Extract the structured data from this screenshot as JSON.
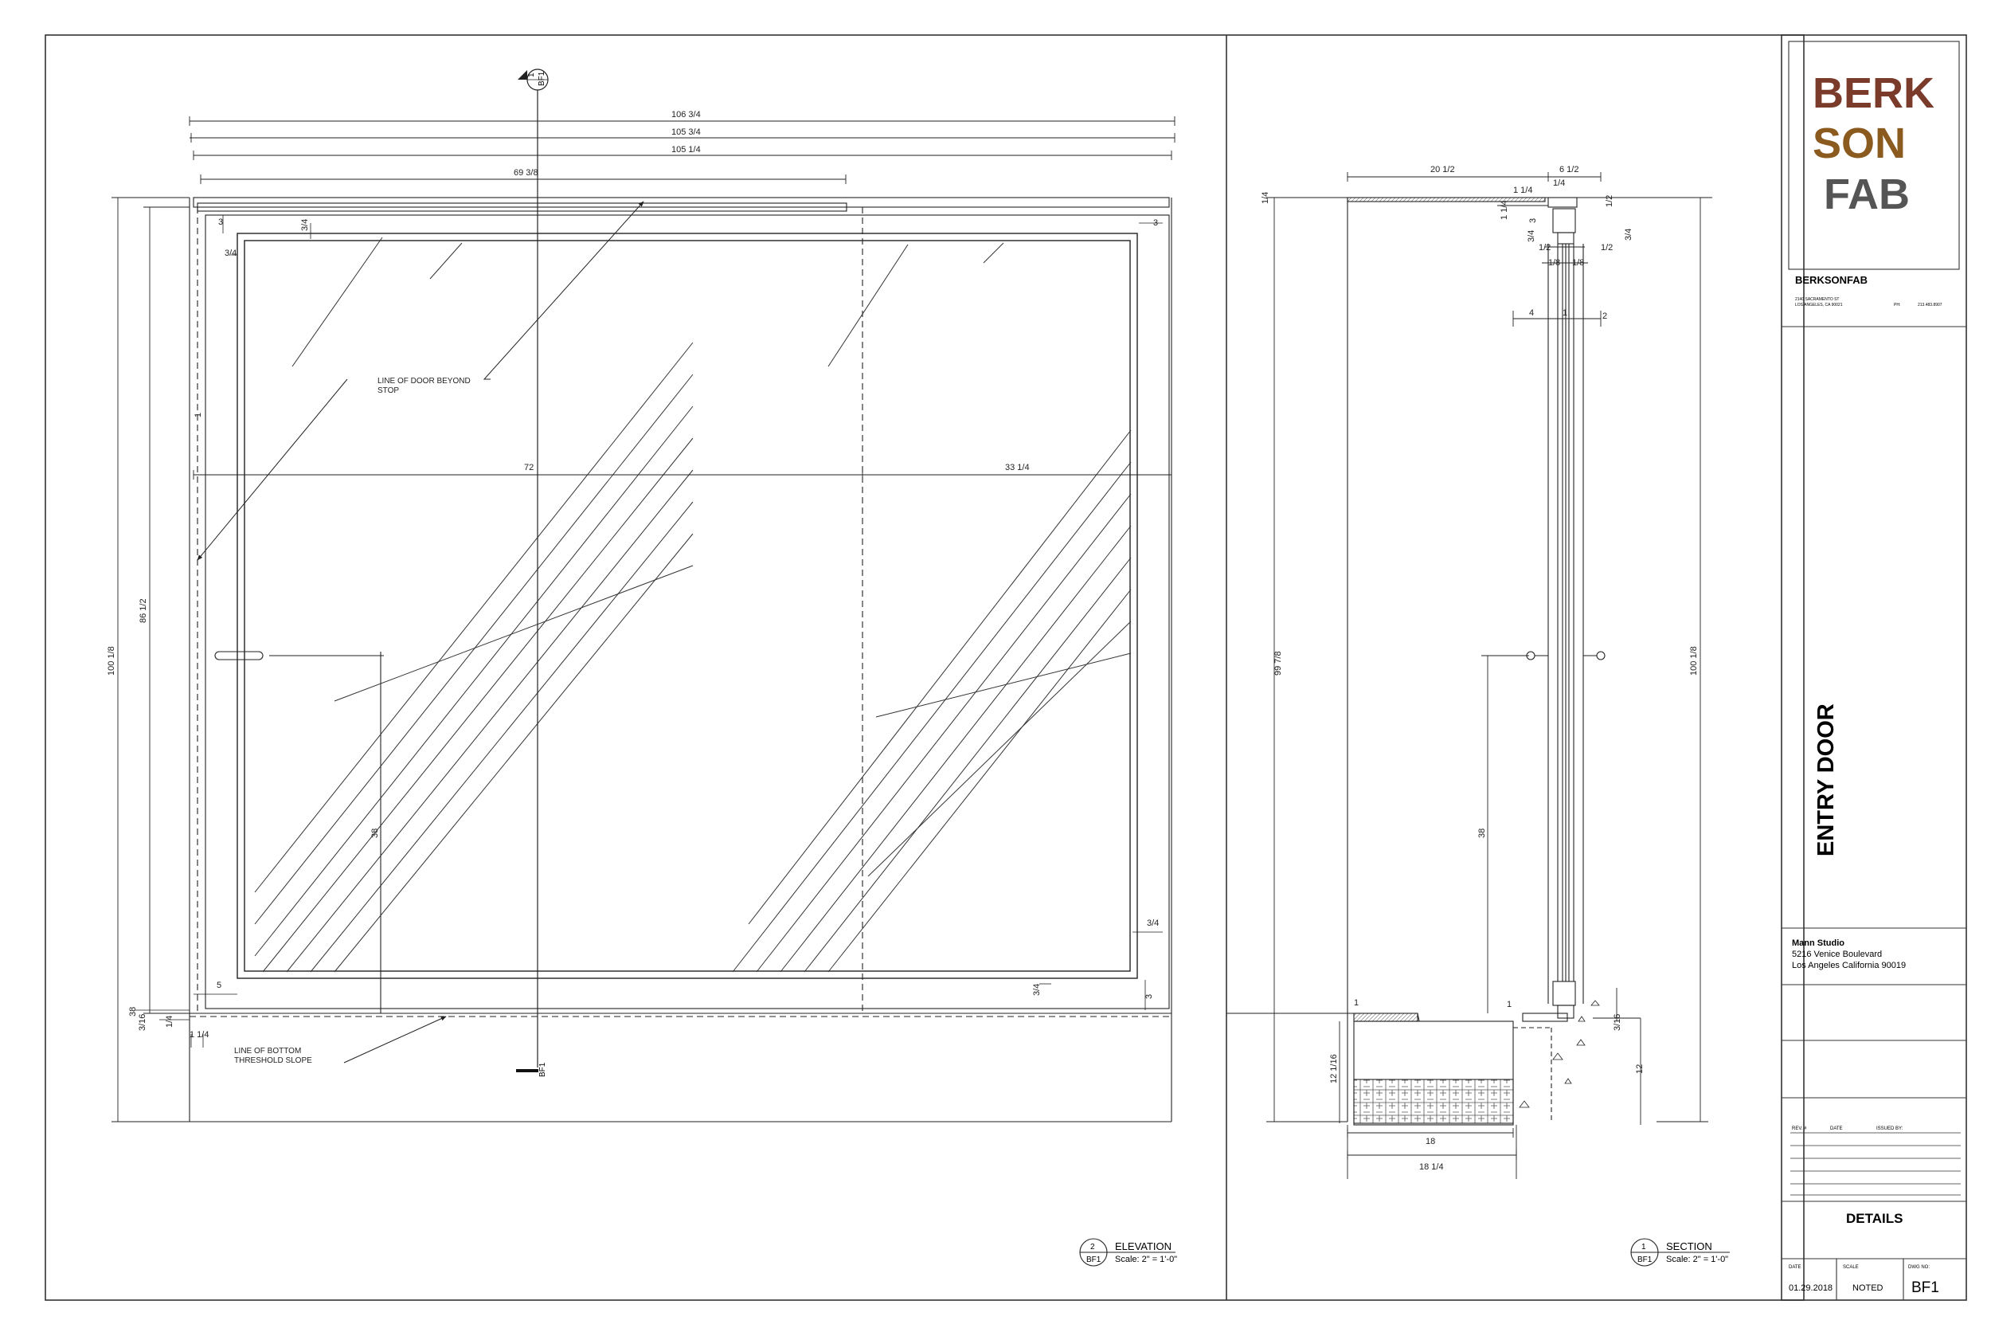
{
  "title_block": {
    "logo": {
      "line1": "BERK",
      "line2": "SON",
      "line3": "FAB"
    },
    "firm_name": "BERKSONFAB",
    "firm_address_1": "2140 SACRAMENTO ST",
    "firm_address_2": "LOS ANGELES, CA 90021",
    "firm_phone_label": "PH:",
    "firm_phone": "213.483.8907",
    "sheet_title": "ENTRY DOOR",
    "client_name": "Mann Studio",
    "client_address_1": "5216 Venice Boulevard",
    "client_address_2": "Los Angeles California 90019",
    "revision_headers": {
      "rev": "REV. #",
      "date": "DATE",
      "issued": "ISSUED BY:"
    },
    "drawing_type": "DETAILS",
    "date_label": "DATE",
    "date_value": "01.29.2018",
    "scale_label": "SCALE",
    "scale_value": "NOTED",
    "dwg_label": "DWG NO:",
    "dwg_value": "BF1"
  },
  "elevation": {
    "section_marker": {
      "number": "1",
      "sheet": "BF1"
    },
    "section_cut_label": "BF1",
    "dims": {
      "overall_1": "106 3/4",
      "overall_2": "105 3/4",
      "overall_3": "105 1/4",
      "top_stop": "69 3/8",
      "left_width": "72",
      "right_width": "33 1/4",
      "height_overall": "100 1/8",
      "height_opening": "86 1/2",
      "handle_height": "38",
      "frame_top_left": "3",
      "frame_top_mid": "3/4",
      "frame_top_right": "3",
      "frame_left": "3/4",
      "stop_tick": "1",
      "frame_bottom_right_top": "3/4",
      "frame_bottom_right_mid": "3/4",
      "frame_bottom_right_low": "3",
      "bottom_left": "5",
      "bottom_a": "38",
      "bottom_b": "3/16",
      "bottom_c": "1/4",
      "bottom_d": "1 1/4"
    },
    "notes": {
      "door_beyond_1": "LINE OF DOOR BEYOND",
      "door_beyond_2": "STOP",
      "threshold_1": "LINE OF BOTTOM",
      "threshold_2": "THRESHOLD SLOPE"
    },
    "tag": {
      "number": "2",
      "sheet": "BF1",
      "title": "ELEVATION",
      "scale": "Scale: 2\" = 1'-0\""
    }
  },
  "section": {
    "dims": {
      "top_left": "20 1/2",
      "top_right": "6 1/2",
      "d_1_1_4": "1 1/4",
      "d_1_4_top": "1/4",
      "d_1_4_left": "1/4",
      "d_1_1_4_v": "1 1/4",
      "d_3": "3",
      "d_1_2_r": "1/2",
      "d_3_4_l": "3/4",
      "d_3_4_r": "3/4",
      "d_1_2_a": "1/2",
      "d_1_2_b": "1/2",
      "d_1_8_a": "1/8",
      "d_1_8_b": "1/8",
      "d_4": "4",
      "d_1": "1",
      "d_2": "2",
      "height_left": "99 7/8",
      "height_right": "100 1/8",
      "handle": "38",
      "sill_depth": "12 1/16",
      "base_18": "18",
      "base_18_1_4": "18 1/4",
      "right_12": "12",
      "right_3_16": "3/16",
      "small_1": "1",
      "small_1_b": "1"
    },
    "tag": {
      "number": "1",
      "sheet": "BF1",
      "title": "SECTION",
      "scale": "Scale: 2\" = 1'-0\""
    }
  },
  "colors": {
    "line": "#222222",
    "border": "#333333",
    "background": "#ffffff"
  }
}
